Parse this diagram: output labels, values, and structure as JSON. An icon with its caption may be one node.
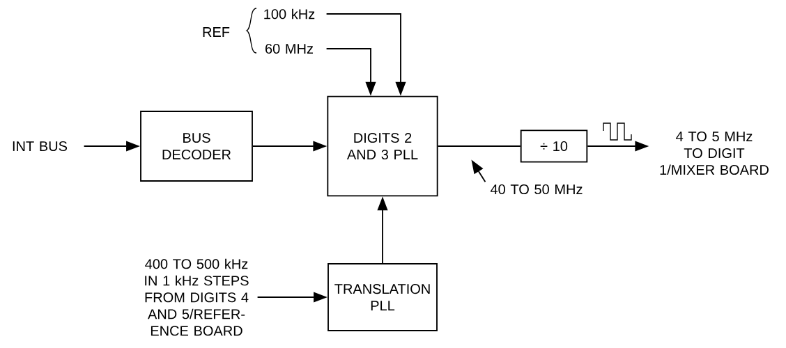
{
  "diagram": {
    "nodes": [
      {
        "text": [
          "INT BUS"
        ]
      },
      {
        "text": [
          "BUS DECODER"
        ]
      },
      {
        "text": [
          "DIGITS 2 AND 3 PLL"
        ]
      },
      {
        "text": [
          "100 kHz"
        ]
      },
      {
        "text": [
          "60 MHz"
        ]
      },
      {
        "text": [
          "÷ 10"
        ]
      },
      {
        "text": [
          "4 TO 5 MHz TO DIGIT 1/MIXER BOARD"
        ]
      },
      {
        "text": [
          "400 TO 500 kHz IN 1 kHz STEPS FROM DIGITS 4 AND 5/REFER- ENCE BOARD"
        ]
      },
      {
        "text": [
          "TRANSLATION PLL"
        ]
      },
      {
        "text": [
          "40 TO 50 MHz"
        ]
      }
    ],
    "edges": [
      {
        "from": 0,
        "to": 1,
        "arrow": "to"
      },
      {
        "from": 1,
        "to": 2,
        "arrow": "to"
      },
      {
        "from": 4,
        "to": 2,
        "arrow": "to"
      },
      {
        "from": 3,
        "to": 2,
        "arrow": "to"
      },
      {
        "from": 2,
        "to": 5,
        "arrow": "none"
      },
      {
        "from": 5,
        "to": 6,
        "arrow": "to"
      },
      {
        "from": 7,
        "to": 8,
        "arrow": "to"
      },
      {
        "from": 8,
        "to": 2,
        "arrow": "to"
      },
      {
        "from": 9,
        "to": null,
        "arrow": "to"
      }
    ],
    "labels": [
      "REF"
    ]
  }
}
